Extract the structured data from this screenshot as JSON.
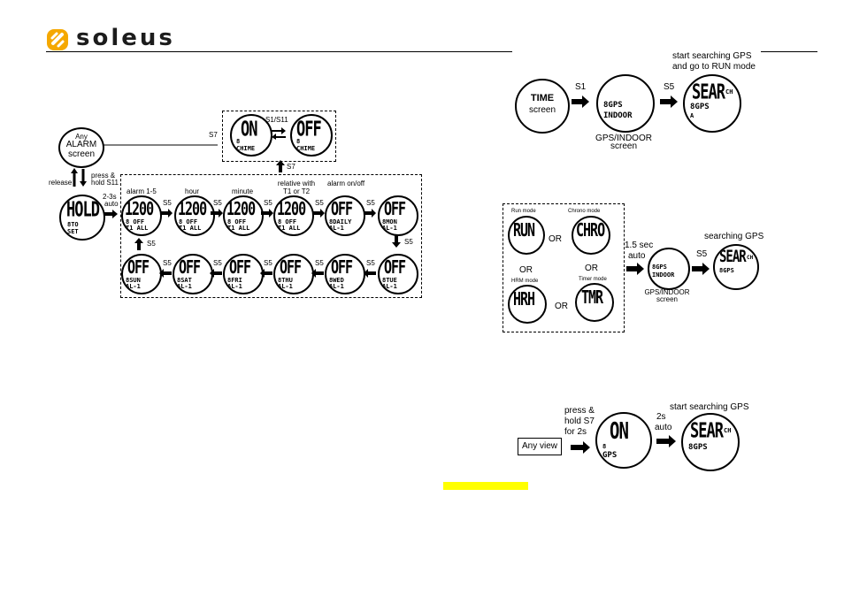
{
  "brand": {
    "name": "soleus",
    "accent": "#f5a800"
  },
  "left_diagram": {
    "start_watch": [
      "Any",
      "ALARM",
      "screen"
    ],
    "release": "release",
    "press_hold": [
      "press &",
      "hold S11"
    ],
    "auto": [
      "2-3s",
      "auto"
    ],
    "hold_screen": {
      "big": "HOLD",
      "small": [
        "8TO",
        "SET"
      ]
    },
    "s7": "S7",
    "s1s11": "S1/S11",
    "chime_on": {
      "big": "ON",
      "small": [
        "8",
        "CHIME"
      ]
    },
    "chime_off": {
      "big": "OFF",
      "small": [
        "8",
        "CHIME"
      ]
    },
    "s5": "S5",
    "row1_labels": [
      "alarm 1-5",
      "hour",
      "minute",
      "relative with\nT1 or T2",
      "alarm on/off"
    ],
    "row1": [
      {
        "big": "1200",
        "small": [
          "8 OFF",
          "T1 ALL"
        ]
      },
      {
        "big": "1200",
        "small": [
          "8 OFF",
          "T1 ALL"
        ]
      },
      {
        "big": "1200",
        "small": [
          "8 OFF",
          "T1 ALL"
        ]
      },
      {
        "big": "1200",
        "small": [
          "8 OFF",
          "T1 ALL"
        ]
      },
      {
        "big": "OFF",
        "small": [
          "8DAILY",
          "AL-1"
        ]
      },
      {
        "big": "OFF",
        "small": [
          "8MON",
          "AL-1"
        ]
      }
    ],
    "row2": [
      {
        "big": "OFF",
        "small": [
          "8SUN",
          "AL-1"
        ]
      },
      {
        "big": "OFF",
        "small": [
          "8SAT",
          "AL-1"
        ]
      },
      {
        "big": "OFF",
        "small": [
          "8FRI",
          "AL-1"
        ]
      },
      {
        "big": "OFF",
        "small": [
          "8THU",
          "AL-1"
        ]
      },
      {
        "big": "OFF",
        "small": [
          "8WED",
          "AL-1"
        ]
      },
      {
        "big": "OFF",
        "small": [
          "8TUE",
          "AL-1"
        ]
      }
    ]
  },
  "right_top": {
    "time_screen": [
      "TIME",
      "screen"
    ],
    "s1": "S1",
    "gps_watch": {
      "big": "",
      "small": [
        "8GPS",
        "INDOOR"
      ]
    },
    "gps_caption": [
      "GPS/INDOOR",
      "screen"
    ],
    "s5": "S5",
    "search_caption": [
      "start searching GPS",
      "and go to RUN mode"
    ],
    "search_watch": {
      "big": "SEAR",
      "suffix": "CH",
      "small": [
        "8GPS",
        "A"
      ]
    }
  },
  "right_mid": {
    "modes": [
      {
        "label": "Run mode",
        "big": "RUN"
      },
      {
        "label": "Chrono mode",
        "big": "CHRO"
      },
      {
        "label": "HRM mode",
        "big": "HRH"
      },
      {
        "label": "Timer mode",
        "big": "TMR"
      }
    ],
    "or": "OR",
    "auto": [
      "1.5 sec",
      "auto"
    ],
    "gps_watch": {
      "small": [
        "8GPS",
        "INDOOR"
      ]
    },
    "gps_caption": [
      "GPS/INDOOR",
      "screen"
    ],
    "s5": "S5",
    "search_caption": "searching GPS",
    "search_watch": {
      "big": "SEAR",
      "suffix": "CH",
      "small": [
        "8GPS"
      ]
    }
  },
  "right_bottom": {
    "any_view": "Any view",
    "press_hold": [
      "press &",
      "hold S7",
      "for 2s"
    ],
    "on_watch": {
      "big": "ON",
      "small": [
        "8",
        "GPS"
      ]
    },
    "auto": [
      "2s",
      "auto"
    ],
    "search_caption": "start searching GPS",
    "search_watch": {
      "big": "SEAR",
      "suffix": "CH",
      "small": [
        "8GPS"
      ]
    }
  }
}
